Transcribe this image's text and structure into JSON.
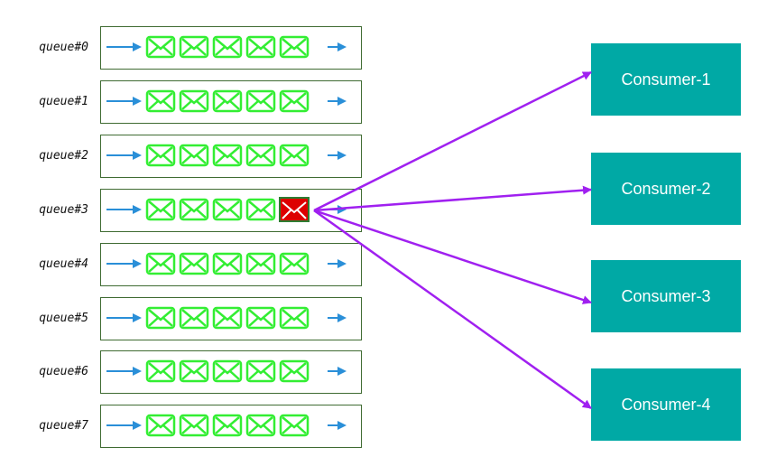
{
  "queues": [
    {
      "label": "queue#0",
      "highlighted_message": null
    },
    {
      "label": "queue#1",
      "highlighted_message": null
    },
    {
      "label": "queue#2",
      "highlighted_message": null
    },
    {
      "label": "queue#3",
      "highlighted_message": 5
    },
    {
      "label": "queue#4",
      "highlighted_message": null
    },
    {
      "label": "queue#5",
      "highlighted_message": null
    },
    {
      "label": "queue#6",
      "highlighted_message": null
    },
    {
      "label": "queue#7",
      "highlighted_message": null
    }
  ],
  "messages_per_queue": 5,
  "consumers": [
    {
      "label": "Consumer-1"
    },
    {
      "label": "Consumer-2"
    },
    {
      "label": "Consumer-3"
    },
    {
      "label": "Consumer-4"
    }
  ],
  "connections": [
    {
      "from_queue": "queue#3",
      "to": "Consumer-1"
    },
    {
      "from_queue": "queue#3",
      "to": "Consumer-2"
    },
    {
      "from_queue": "queue#3",
      "to": "Consumer-3"
    },
    {
      "from_queue": "queue#3",
      "to": "Consumer-4"
    }
  ],
  "icons": {
    "message": "envelope-icon",
    "flow": "arrow-right-icon"
  },
  "colors": {
    "queue_border": "#3f6b32",
    "envelope": "#33ee33",
    "highlight_fill": "#dd0000",
    "highlight_border": "#2e7d32",
    "flow_arrow": "#2a8fd8",
    "connector": "#a020f0",
    "consumer_fill": "#00a9a5",
    "consumer_text": "#ffffff"
  }
}
